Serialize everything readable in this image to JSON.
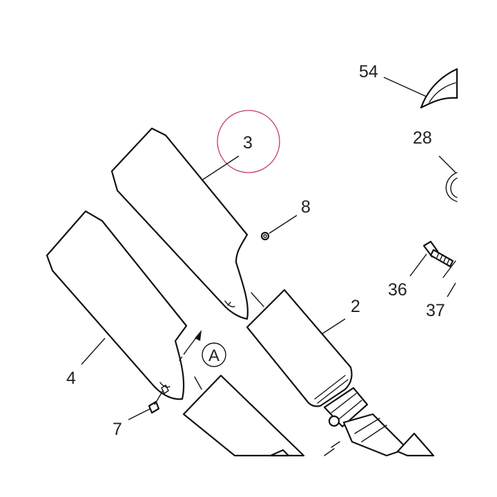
{
  "callouts": {
    "c54": "54",
    "c28": "28",
    "c3": "3",
    "c8": "8",
    "c36": "36",
    "c2": "2",
    "c37": "37",
    "c4": "4",
    "c7": "7",
    "cA": "A"
  },
  "colors": {
    "line": "#111111",
    "highlight_circle": "#c23a5a",
    "background": "#ffffff"
  }
}
